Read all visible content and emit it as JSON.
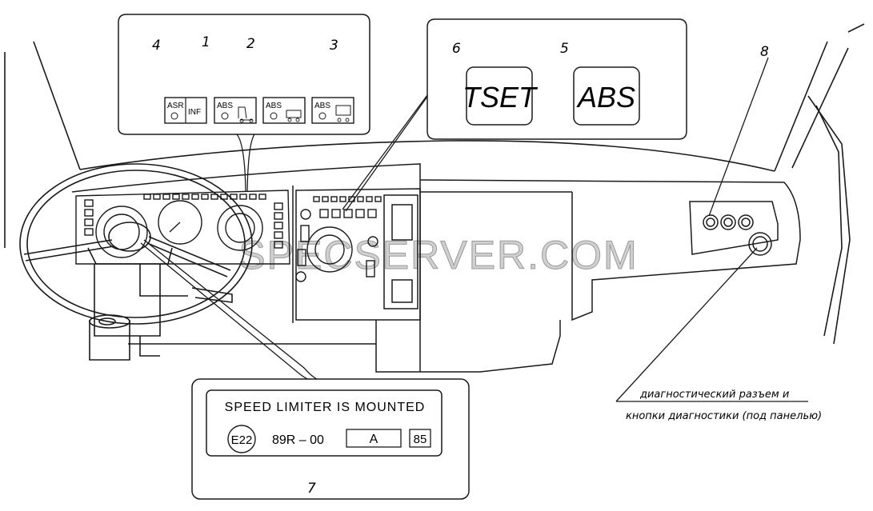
{
  "callouts": {
    "n1": "1",
    "n2": "2",
    "n3": "3",
    "n4": "4",
    "n5": "5",
    "n6": "6",
    "n7": "7",
    "n8": "8"
  },
  "indicators": {
    "asr": "ASR",
    "inf": "INF",
    "abs1": "ABS",
    "abs2": "ABS",
    "abs3": "ABS"
  },
  "lamps": {
    "tset": "TSET",
    "abs": "ABS"
  },
  "plate": {
    "line1": "SPEED LIMITER IS MOUNTED",
    "mark": "E22",
    "code": "89R – 00",
    "box_a": "A",
    "box_num": "85"
  },
  "diagnostic_note": {
    "line1": "диагностический разъем и",
    "line2": "кнопки диагностики (под панелью)"
  },
  "watermark": "SPECSERVER.COM",
  "colors": {
    "ink": "#1a1a1a",
    "watermark": "#bdbdbd"
  }
}
